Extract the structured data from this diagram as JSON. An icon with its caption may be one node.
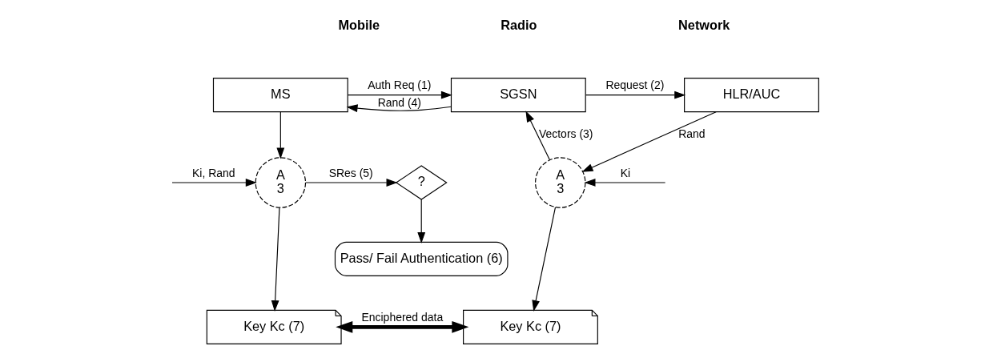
{
  "diagram": {
    "nodes": [
      {
        "text": [
          "MS"
        ]
      },
      {
        "text": [
          "SGSN"
        ]
      },
      {
        "text": [
          "HLR/AUC"
        ]
      },
      {
        "text": [
          "A",
          "3"
        ]
      },
      {
        "text": [
          "A",
          "3"
        ]
      },
      {
        "text": [
          "?"
        ]
      },
      {
        "text": [
          "Pass/ Fail Authentication (6)"
        ]
      },
      {
        "text": [
          "Key Kc (7)"
        ]
      },
      {
        "text": [
          "Key Kc (7)"
        ]
      }
    ],
    "edges": [
      {
        "from": 0,
        "to": 1,
        "arrow": "to",
        "label": "Auth Req (1)"
      },
      {
        "from": 1,
        "to": 0,
        "arrow": "to",
        "label": "Rand (4)"
      },
      {
        "from": 1,
        "to": 2,
        "arrow": "to",
        "label": "Request (2)"
      },
      {
        "from": 4,
        "to": 1,
        "arrow": "to",
        "label": "Vectors (3)"
      },
      {
        "from": 2,
        "to": 4,
        "arrow": "to",
        "label": "Rand"
      },
      {
        "from": null,
        "to": 4,
        "arrow": "to",
        "label": "Ki"
      },
      {
        "from": null,
        "to": 3,
        "arrow": "to",
        "label": "Ki, Rand"
      },
      {
        "from": 0,
        "to": 3,
        "arrow": "to"
      },
      {
        "from": 3,
        "to": 5,
        "arrow": "to",
        "label": "SRes (5)"
      },
      {
        "from": 5,
        "to": 6,
        "arrow": "to"
      },
      {
        "from": 3,
        "to": 7,
        "arrow": "to"
      },
      {
        "from": 4,
        "to": 8,
        "arrow": "to"
      },
      {
        "from": 7,
        "to": 8,
        "arrow": "both",
        "label": "Enciphered data",
        "style": "thick"
      }
    ],
    "labels": [
      "Mobile",
      "Radio",
      "Network"
    ]
  }
}
